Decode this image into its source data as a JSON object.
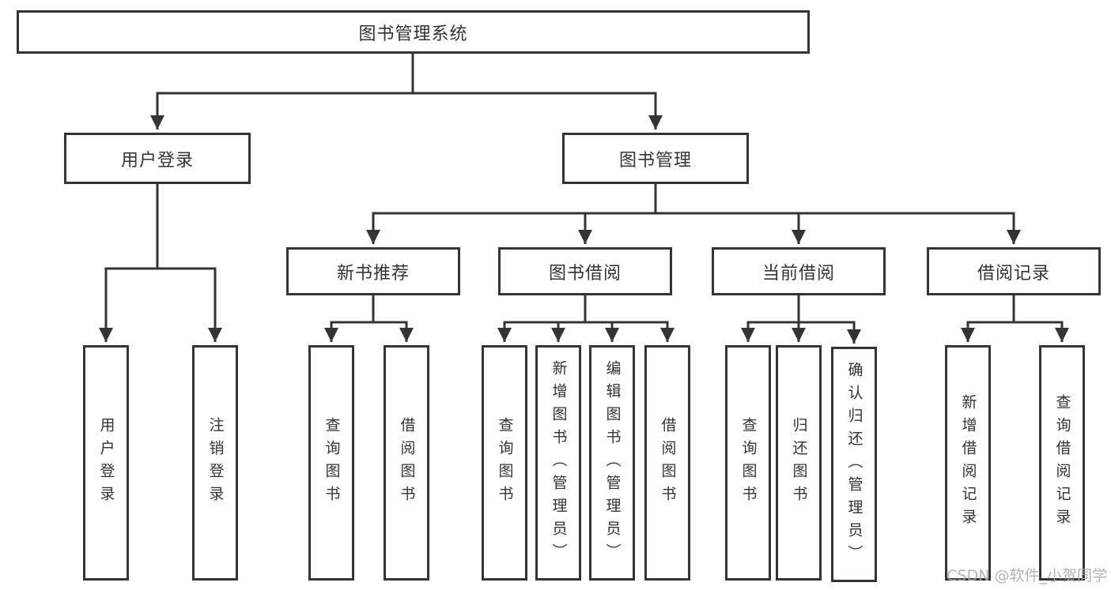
{
  "diagram": {
    "watermark": "CSDN @软件_小贺同学",
    "colors": {
      "line": "#333333",
      "border": "#343434",
      "text": "#333333",
      "background": "#ffffff",
      "watermark": "#a6abb3"
    },
    "tree": {
      "label": "图书管理系统",
      "children": [
        {
          "label": "用户登录",
          "children": [
            {
              "label": "用户登录"
            },
            {
              "label": "注销登录"
            }
          ]
        },
        {
          "label": "图书管理",
          "children": [
            {
              "label": "新书推荐",
              "children": [
                {
                  "label": "查询图书"
                },
                {
                  "label": "借阅图书"
                }
              ]
            },
            {
              "label": "图书借阅",
              "children": [
                {
                  "label": "查询图书"
                },
                {
                  "label": "新增图书（管理员）"
                },
                {
                  "label": "编辑图书（管理员）"
                },
                {
                  "label": "借阅图书"
                }
              ]
            },
            {
              "label": "当前借阅",
              "children": [
                {
                  "label": "查询图书"
                },
                {
                  "label": "归还图书"
                },
                {
                  "label": "确认归还（管理员）"
                }
              ]
            },
            {
              "label": "借阅记录",
              "children": [
                {
                  "label": "新增借阅记录"
                },
                {
                  "label": "查询借阅记录"
                }
              ]
            }
          ]
        }
      ]
    }
  }
}
